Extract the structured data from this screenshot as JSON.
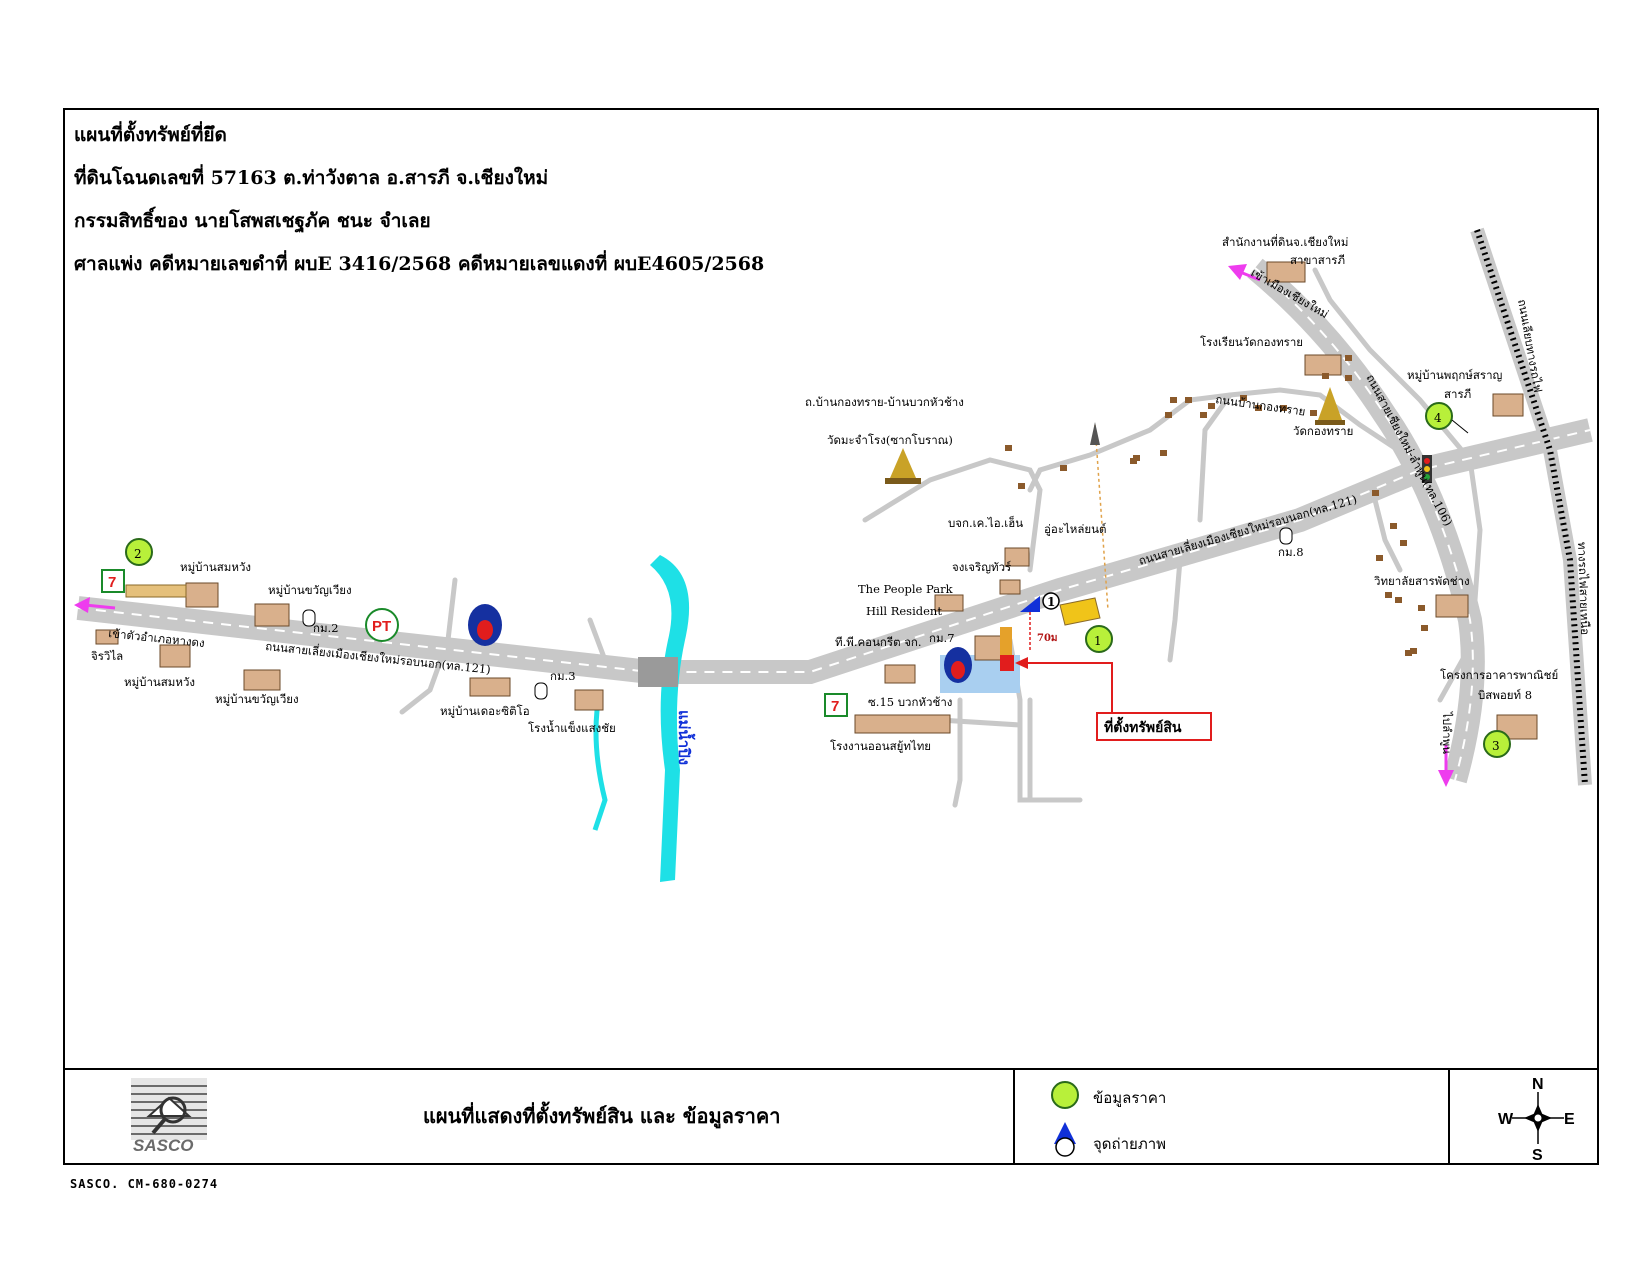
{
  "header": {
    "line1": "แผนที่ตั้งทรัพย์ที่ยึด",
    "line2": "ที่ดินโฉนดเลขที่ 57163  ต.ท่าวังตาล อ.สารภี จ.เชียงใหม่",
    "line3": "กรรมสิทธิ์ของ นายโสพสเชฐภัค  ชนะ จำเลย",
    "line4": "ศาลแพ่ง   คดีหมายเลขดำที่  ผบE 3416/2568   คดีหมายเลขแดงที่ ผบE4605/2568"
  },
  "map": {
    "river_label": "แม่น้ำปิง",
    "roads": {
      "main_road_west": "ถนนสายเลี่ยงเมืองเชียงใหม่รอบนอก(ทล.121)",
      "main_road_east": "ถนนสายเลี่ยงเมืองเชียงใหม่รอบนอก(ทล.121)",
      "road_to_hangdong": "เข้าตัวอำเภอหางดง",
      "road_to_chiangmai": "เข้าเมืองเชียงใหม่",
      "road_chiangmai_lamphun": "ถนนสายเชียงใหม่-ลำพูน(ทล.106)",
      "road_to_lamphun": "ไปลำพูน",
      "railway": "ทางรถไฟสายเหนือ",
      "rail_road_label": "ถนนเลียบทางรถไฟ",
      "soi_ban_kong_sai": "ถ.บ้านกองทราย-บ้านบวกหัวช้าง",
      "ban_kong_sai_road": "ถนนบ้านกองทราย",
      "soi_15": "ซ.15 บวกหัวช้าง",
      "distance": "70ม"
    },
    "km_markers": [
      "กม.2",
      "กม.3",
      "กม.7",
      "กม.8"
    ],
    "places": {
      "ban_som_wang_1": "หมู่บ้านสมหวัง",
      "ban_som_wang_2": "หมู่บ้านสมหวัง",
      "ban_khwan_wiang_1": "หมู่บ้านขวัญเวียง",
      "ban_khwan_wiang_2": "หมู่บ้านขวัญเวียง",
      "jiravilai": "จิรวิไล",
      "ban_the_city": "หมู่บ้านเดอะซิติโอ",
      "ice_factory": "โรงน้ำแข็งแสงชัย",
      "wat_ma": "วัดมะจำโรง(ซากโบราณ)",
      "bjc": "บจก.เค.ไอ.เฮ็น",
      "auto_parts": "อู่อะไหล่ยนต์",
      "jong_charoen": "จงเจริญทัวร์",
      "people_park_1": "The People Park",
      "people_park_2": "Hill Resident",
      "concrete": "ที.พี.คอนกรีต จก.",
      "aon_warehouse": "โรงงานออนสยู้ทไทย",
      "land_office_1": "สำนักงานที่ดินจ.เชียงใหม่",
      "land_office_2": "สาขาสารภี",
      "school": "โรงเรียนวัดกองทราย",
      "wat_kong_sai": "วัดกองทราย",
      "pruksa_1": "หมู่บ้านพฤกษ์สราญ",
      "pruksa_2": "สารภี",
      "college": "วิทยาลัยสารพัดช่าง",
      "commercial_1": "โครงการอาคารพาณิชย์",
      "commercial_2": "บิสพอยท์ 8"
    },
    "price_points": [
      "1",
      "2",
      "3",
      "4"
    ],
    "photo_point": "1",
    "property_label": "ที่ตั้งทรัพย์สิน"
  },
  "legend": {
    "title": "แผนที่แสดงที่ตั้งทรัพย์สิน และ ข้อมูลราคา",
    "price_info": "ข้อมูลราคา",
    "photo_point": "จุดถ่ายภาพ",
    "logo_text": "SASCO",
    "compass": {
      "n": "N",
      "s": "S",
      "e": "E",
      "w": "W"
    }
  },
  "footer": {
    "doc_id": "SASCO. CM-680-0274"
  },
  "colors": {
    "road": "#c8c8c8",
    "river": "#1ee0e6",
    "price_marker": "#b8f03a",
    "photo_arrow": "#1030d8",
    "property": "#e11d1d",
    "direction_arrow": "#ee3cee",
    "pond": "#a9cff0"
  }
}
